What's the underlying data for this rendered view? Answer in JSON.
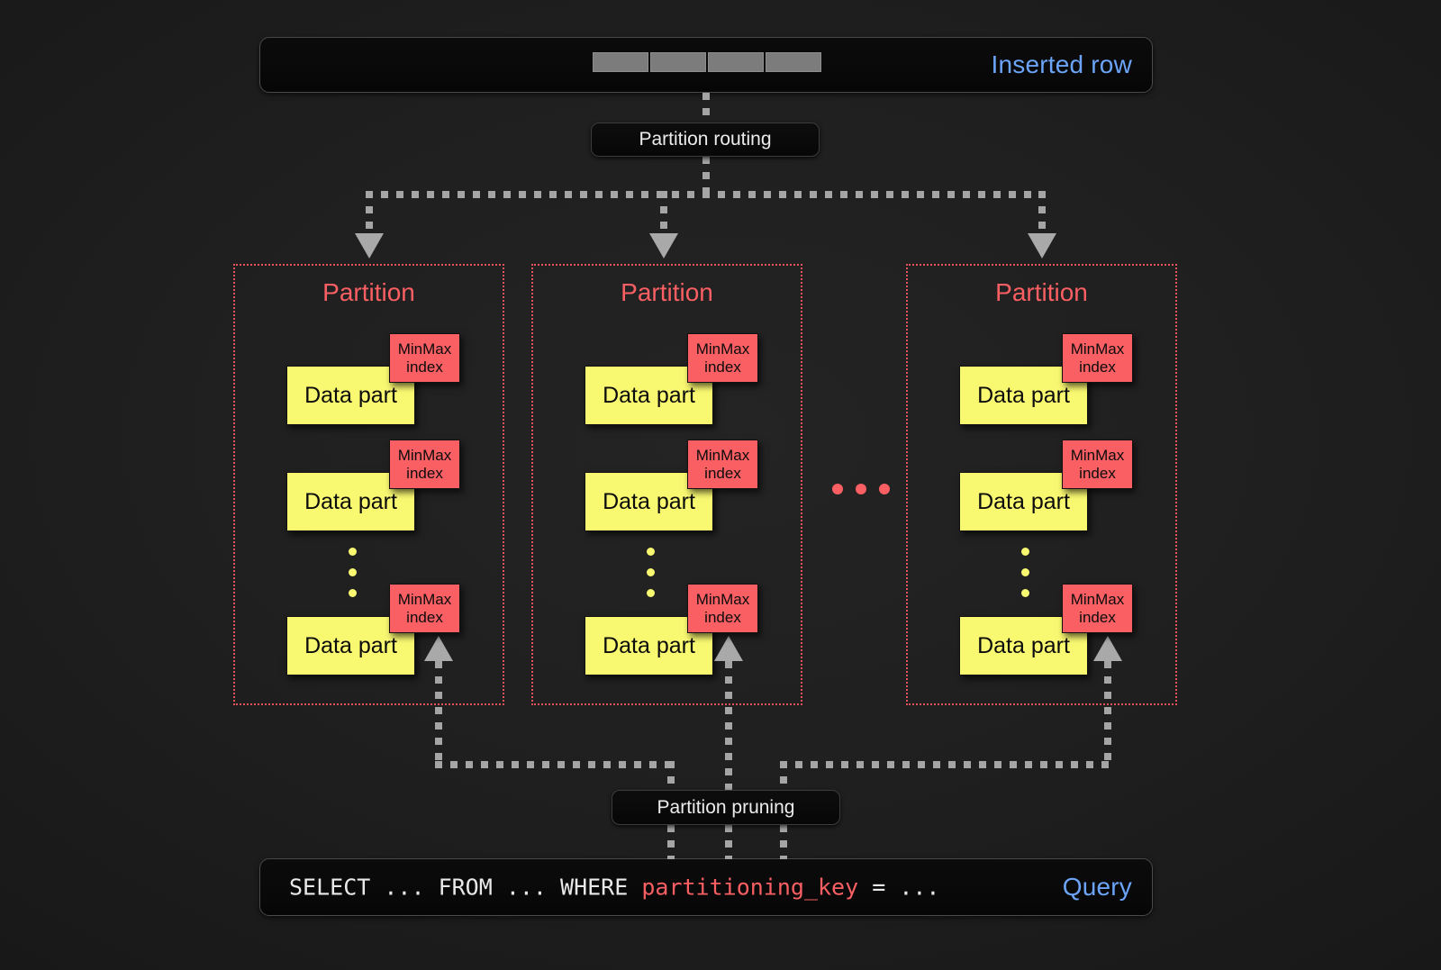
{
  "inserted_row": {
    "label": "Inserted row",
    "label_color": "#6ba4f8",
    "cells": [
      "",
      "",
      "",
      ""
    ],
    "cell_color": "#7c7c7c"
  },
  "nodes": {
    "partition_routing": "Partition routing",
    "partition_pruning": "Partition pruning"
  },
  "partitions": [
    {
      "title": "Partition",
      "parts": [
        {
          "data_part": "Data part",
          "index_line1": "MinMax",
          "index_line2": "index"
        },
        {
          "data_part": "Data part",
          "index_line1": "MinMax",
          "index_line2": "index"
        },
        {
          "data_part": "Data part",
          "index_line1": "MinMax",
          "index_line2": "index"
        }
      ],
      "ellipsis": "vertical-dots"
    },
    {
      "title": "Partition",
      "parts": [
        {
          "data_part": "Data part",
          "index_line1": "MinMax",
          "index_line2": "index"
        },
        {
          "data_part": "Data part",
          "index_line1": "MinMax",
          "index_line2": "index"
        },
        {
          "data_part": "Data part",
          "index_line1": "MinMax",
          "index_line2": "index"
        }
      ],
      "ellipsis": "vertical-dots"
    },
    {
      "title": "Partition",
      "parts": [
        {
          "data_part": "Data part",
          "index_line1": "MinMax",
          "index_line2": "index"
        },
        {
          "data_part": "Data part",
          "index_line1": "MinMax",
          "index_line2": "index"
        },
        {
          "data_part": "Data part",
          "index_line1": "MinMax",
          "index_line2": "index"
        }
      ],
      "ellipsis": "vertical-dots"
    }
  ],
  "between_partitions_ellipsis": "· · ·",
  "query": {
    "prefix": "SELECT ... FROM ... WHERE ",
    "keyword": "partitioning_key",
    "suffix": " = ...",
    "label": "Query",
    "label_color": "#6ba4f8",
    "keyword_color": "#fa5f63"
  },
  "colors": {
    "background": "#1f1f1f",
    "partition_border": "#e8535c",
    "partition_title": "#fa5f63",
    "data_part": "#f9f871",
    "minmax_index": "#fa5f63",
    "connector": "#a5a5a5",
    "accent_blue": "#6ba4f8"
  }
}
